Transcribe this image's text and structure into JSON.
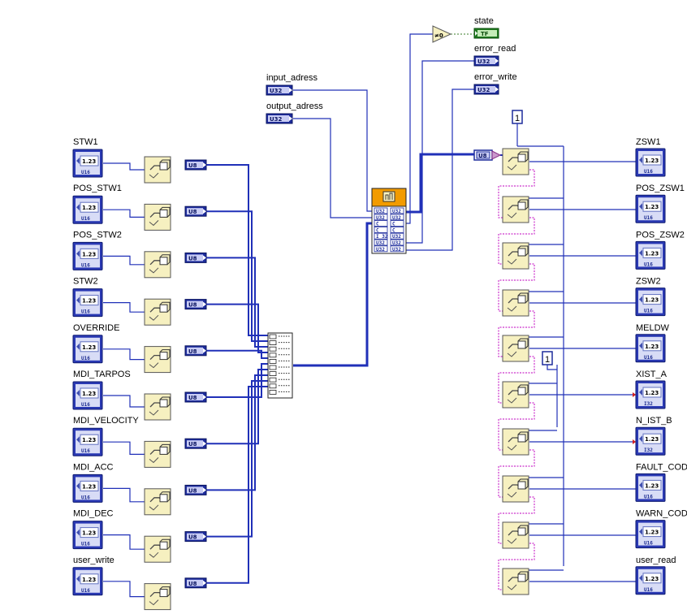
{
  "colors": {
    "numeric_wire": "#2030b8",
    "cluster_wire": "#cc33cc",
    "boolean_wire": "#3a7d2a",
    "node_fill": "#f6f0c0",
    "call_header": "#f29b00"
  },
  "top_indicators": {
    "state": {
      "label": "state",
      "term": "TF"
    },
    "error_read": {
      "label": "error_read",
      "term": "U32"
    },
    "error_write": {
      "label": "error_write",
      "term": "U32"
    }
  },
  "top_controls": {
    "input_adress": {
      "label": "input_adress",
      "term": "U32"
    },
    "output_adress": {
      "label": "output_adress",
      "term": "U32"
    }
  },
  "compare": {
    "symbol": "≠0"
  },
  "call_node": {
    "rows": [
      "U32",
      "U32",
      "C",
      "C",
      "I 32",
      "U32",
      "U32"
    ],
    "right_rows": [
      "U32",
      "U32",
      "C",
      "C",
      "U32",
      "U32",
      "U32"
    ]
  },
  "left_controls": [
    {
      "label": "STW1",
      "value": "1.23",
      "unit": "U16"
    },
    {
      "label": "POS_STW1",
      "value": "1.23",
      "unit": "U16"
    },
    {
      "label": "POS_STW2",
      "value": "1.23",
      "unit": "U16"
    },
    {
      "label": "STW2",
      "value": "1.23",
      "unit": "U16"
    },
    {
      "label": "OVERRIDE",
      "value": "1.23",
      "unit": "U16"
    },
    {
      "label": "MDI_TARPOS",
      "value": "1.23",
      "unit": "U16"
    },
    {
      "label": "MDI_VELOCITY",
      "value": "1.23",
      "unit": "U16"
    },
    {
      "label": "MDI_ACC",
      "value": "1.23",
      "unit": "U16"
    },
    {
      "label": "MDI_DEC",
      "value": "1.23",
      "unit": "U16"
    },
    {
      "label": "user_write",
      "value": "1.23",
      "unit": "U16"
    }
  ],
  "convert_term": "U8",
  "right_indicators": [
    {
      "label": "ZSW1",
      "value": "1.23",
      "unit": "U16"
    },
    {
      "label": "POS_ZSW1",
      "value": "1.23",
      "unit": "U16"
    },
    {
      "label": "POS_ZSW2",
      "value": "1.23",
      "unit": "U16"
    },
    {
      "label": "ZSW2",
      "value": "1.23",
      "unit": "U16"
    },
    {
      "label": "MELDW",
      "value": "1.23",
      "unit": "U16"
    },
    {
      "label": "XIST_A",
      "value": "1.23",
      "unit": "I32"
    },
    {
      "label": "N_IST_B",
      "value": "1.23",
      "unit": "I32"
    },
    {
      "label": "FAULT_COD",
      "value": "1.23",
      "unit": "U16"
    },
    {
      "label": "WARN_COD",
      "value": "1.23",
      "unit": "U16"
    },
    {
      "label": "user_read",
      "value": "1.23",
      "unit": "U16"
    }
  ],
  "constants": {
    "c1": "1",
    "c2": "1"
  },
  "array_term": "U8"
}
